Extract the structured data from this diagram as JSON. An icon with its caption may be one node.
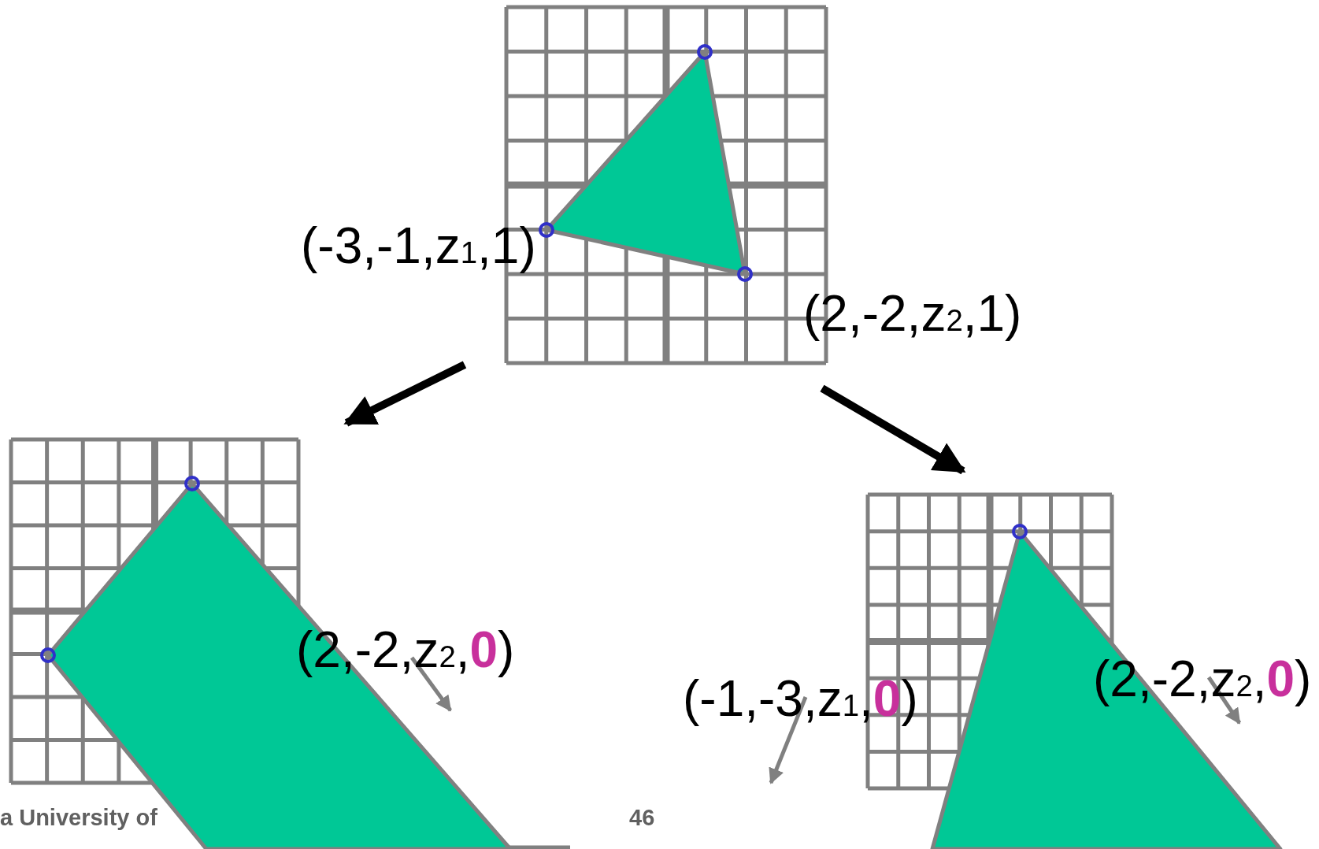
{
  "diagram": {
    "nodes": [
      {
        "text": [],
        "shape": "picture",
        "beside": [
          "(-3,-1,z$_{1}$,1)",
          "(2,-2,z$_{2}$,1)"
        ]
      },
      {
        "text": [],
        "shape": "picture",
        "beside": [
          "(2,-2,z$_{2}$,**0**)"
        ]
      },
      {
        "text": [],
        "shape": "picture",
        "beside": [
          "(-1,-3,z$_{1}$,**0**)",
          "(2,-2,z$_{2}$,**0**)"
        ]
      }
    ],
    "edges": [
      {
        "from": 0,
        "to": 1,
        "arrow": "to"
      },
      {
        "from": 0,
        "to": 2,
        "arrow": "to"
      }
    ],
    "labels": [
      "a University of",
      "46"
    ]
  }
}
